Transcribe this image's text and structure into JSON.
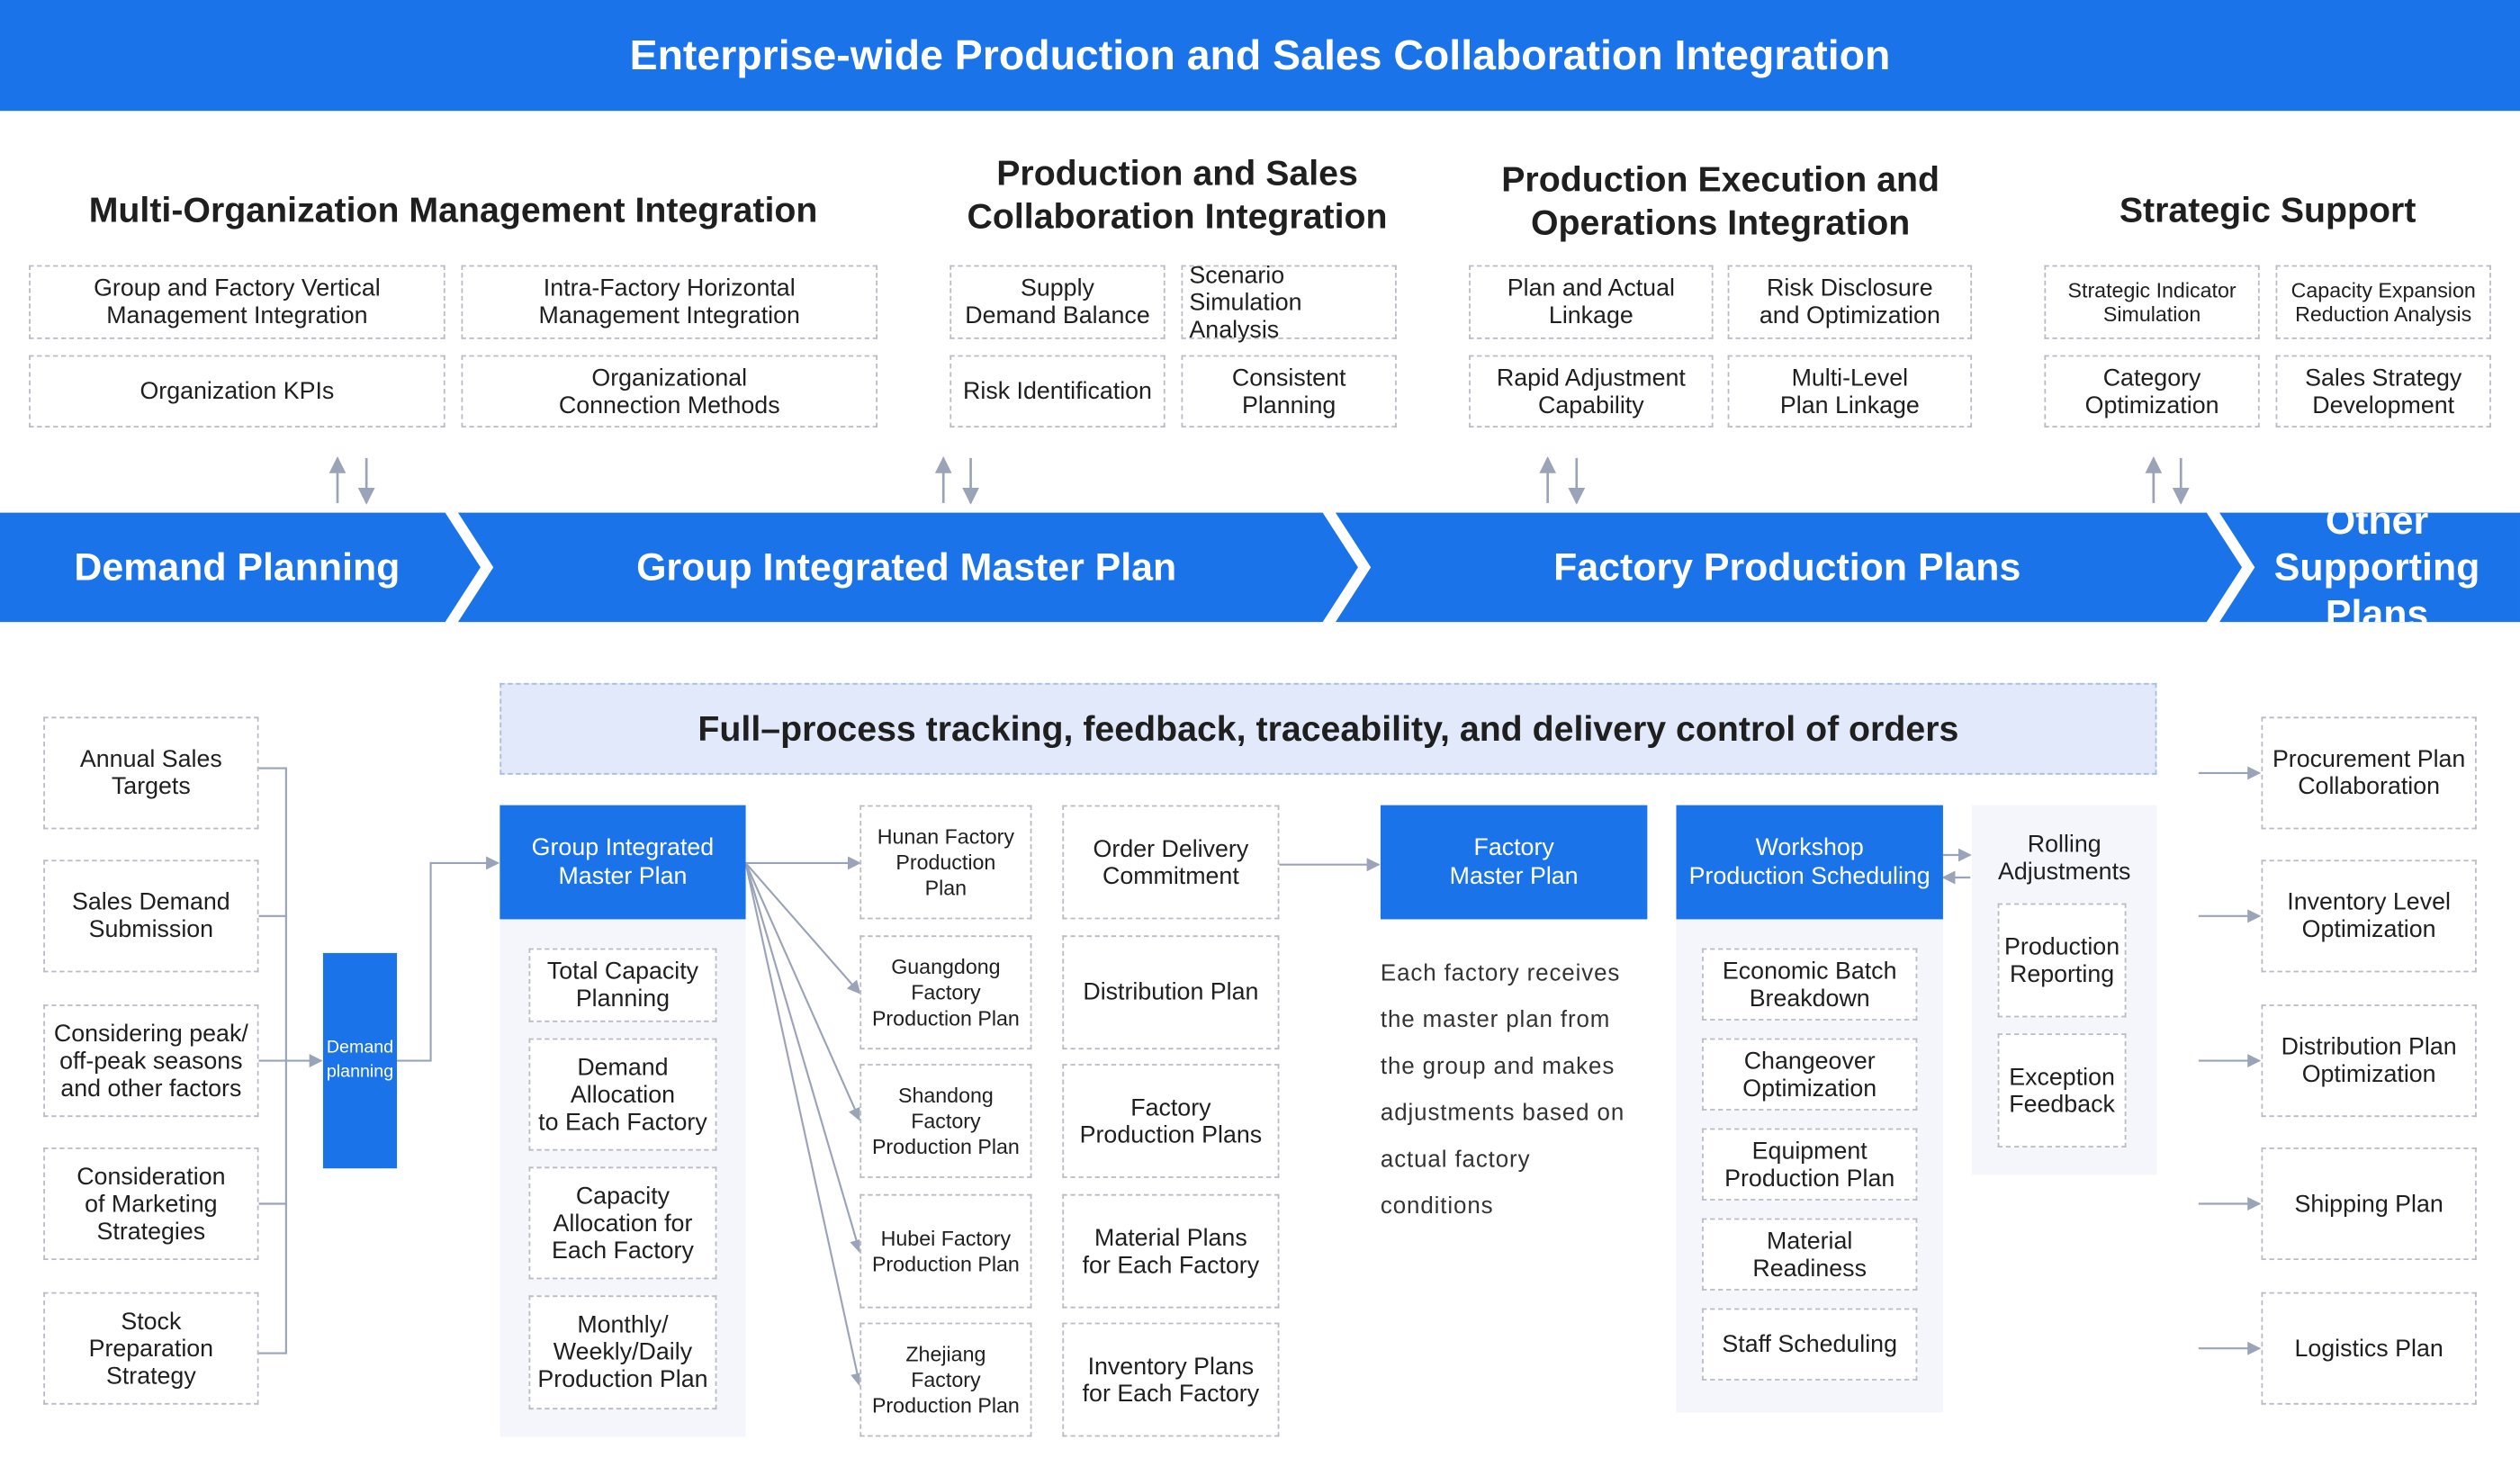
{
  "header": {
    "title": "Enterprise-wide Production and Sales Collaboration Integration"
  },
  "sections": [
    {
      "title": "Multi-Organization Management Integration",
      "items": [
        "Group and Factory Vertical\nManagement Integration",
        "Intra-Factory Horizontal\nManagement Integration",
        "Organization KPIs",
        "Organizational\nConnection Methods"
      ]
    },
    {
      "title": "Production and Sales\nCollaboration Integration",
      "items": [
        "Supply\nDemand Balance",
        "Scenario\nSimulation Analysis",
        "Risk Identification",
        "Consistent\nPlanning"
      ]
    },
    {
      "title": "Production Execution and\nOperations Integration",
      "items": [
        "Plan and Actual\nLinkage",
        "Risk Disclosure\nand Optimization",
        "Rapid Adjustment\nCapability",
        "Multi-Level\nPlan Linkage"
      ]
    },
    {
      "title": "Strategic Support",
      "items": [
        "Strategic Indicator\nSimulation",
        "Capacity Expansion\nReduction Analysis",
        "Category\nOptimization",
        "Sales Strategy\nDevelopment"
      ]
    }
  ],
  "stages": [
    "Demand Planning",
    "Group Integrated Master Plan",
    "Factory Production Plans",
    "Other\nSupporting\nPlans"
  ],
  "tracking": "Full–process tracking, feedback, traceability, and delivery control of orders",
  "inputs": [
    "Annual Sales\nTargets",
    "Sales Demand\nSubmission",
    "Considering peak/\noff-peak seasons\nand other factors",
    "Consideration\nof Marketing\nStrategies",
    "Stock\nPreparation\nStrategy"
  ],
  "demand_node": "Demand\nplanning",
  "master_plan": {
    "title": "Group Integrated\nMaster Plan",
    "items": [
      "Total Capacity\nPlanning",
      "Demand\nAllocation\nto Each Factory",
      "Capacity\nAllocation for\nEach Factory",
      "Monthly/\nWeekly/Daily\nProduction Plan"
    ]
  },
  "factories": [
    "Hunan Factory\nProduction\nPlan",
    "Guangdong\nFactory\nProduction Plan",
    "Shandong\nFactory\nProduction Plan",
    "Hubei Factory\nProduction Plan",
    "Zhejiang\nFactory\nProduction Plan"
  ],
  "outputs": [
    "Order Delivery\nCommitment",
    "Distribution Plan",
    "Factory\nProduction Plans",
    "Material Plans\nfor Each Factory",
    "Inventory Plans\nfor Each Factory"
  ],
  "factory_master": {
    "title": "Factory\nMaster Plan",
    "note": "Each factory receives\nthe master plan from\nthe group and makes\nadjustments based on\nactual factory\nconditions"
  },
  "workshop": {
    "title": "Workshop\nProduction Scheduling",
    "items": [
      "Economic Batch\nBreakdown",
      "Changeover\nOptimization",
      "Equipment\nProduction Plan",
      "Material\nReadiness",
      "Staff Scheduling"
    ]
  },
  "rolling": {
    "title": "Rolling\nAdjustments",
    "items": [
      "Production\nReporting",
      "Exception\nFeedback"
    ]
  },
  "supporting": [
    "Procurement Plan\nCollaboration",
    "Inventory Level\nOptimization",
    "Distribution Plan\nOptimization",
    "Shipping Plan",
    "Logistics Plan"
  ],
  "colors": {
    "primary": "#1a73e8",
    "tracking_bg": "#e1e9fb",
    "panel_bg": "#f4f6fb",
    "connector": "#9aa3b8",
    "dashed_border": "#b9bcc4"
  }
}
